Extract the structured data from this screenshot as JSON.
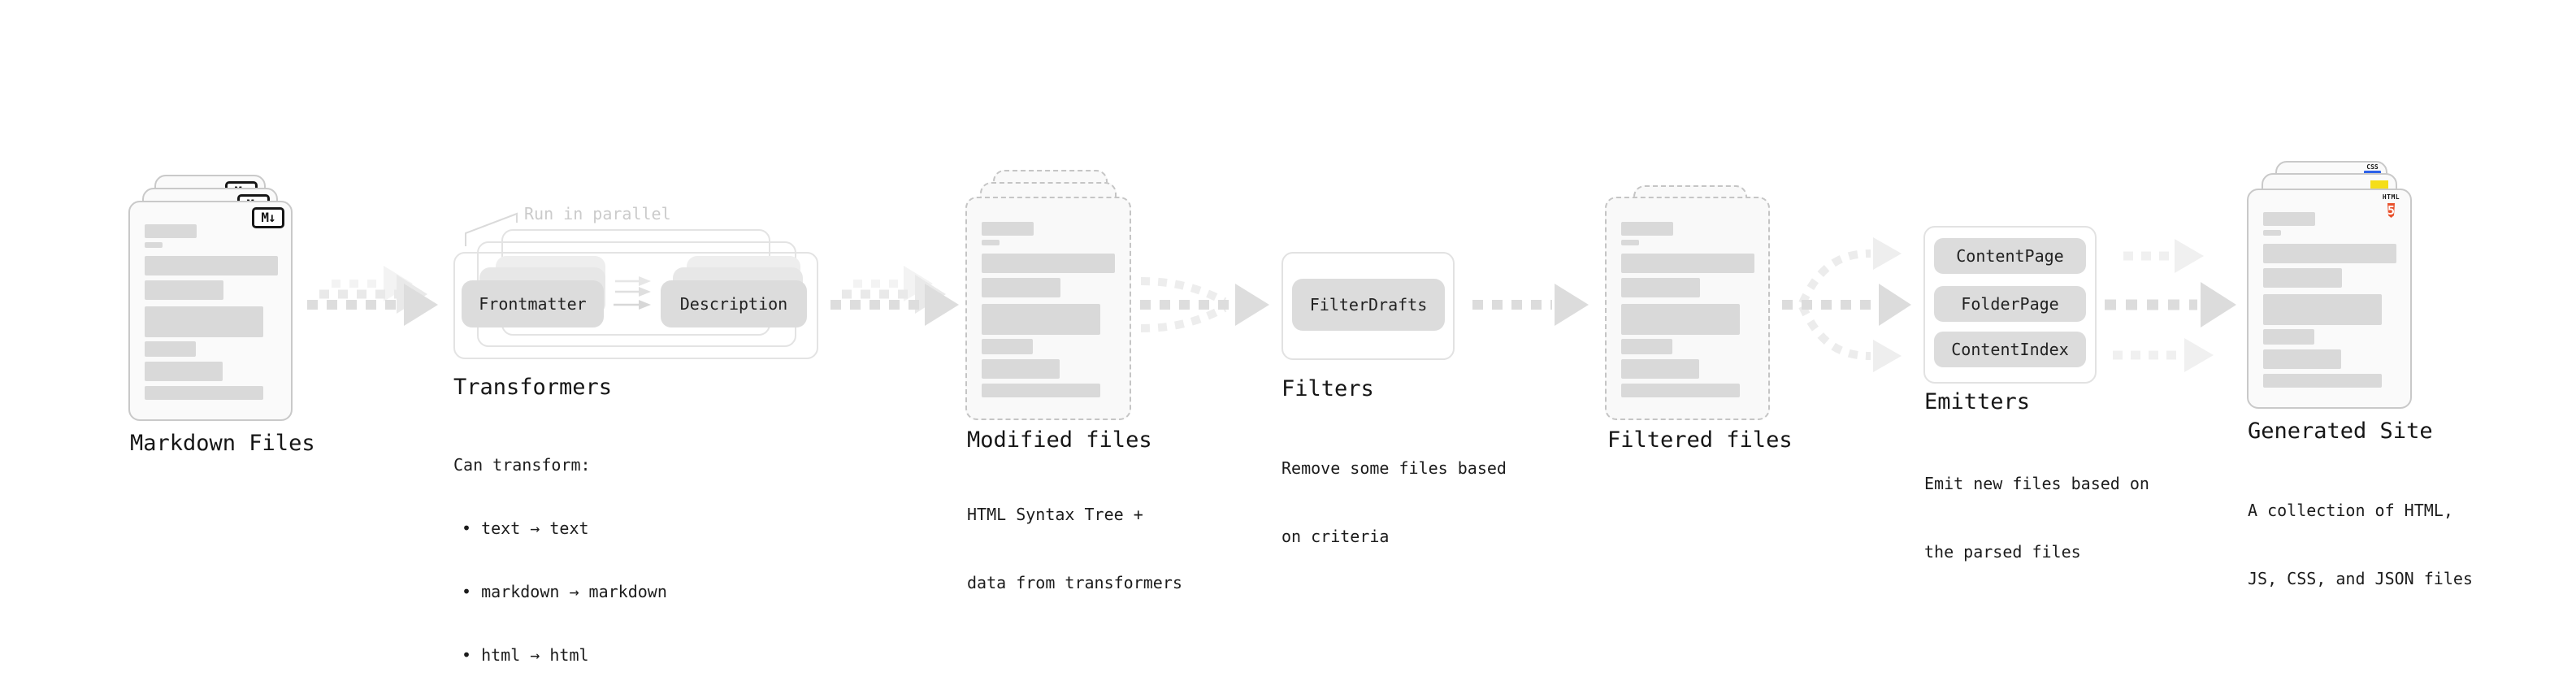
{
  "sections": {
    "markdown": {
      "title": "Markdown Files",
      "badge": "M↓"
    },
    "transformers": {
      "title": "Transformers",
      "annotation": "Run in parallel",
      "pill_left": "Frontmatter",
      "pill_right": "Description",
      "desc_heading": "Can transform:",
      "bullets": [
        "• text → text",
        "• markdown → markdown",
        "• html → html"
      ]
    },
    "modified": {
      "title": "Modified files",
      "desc_line1": "HTML Syntax Tree +",
      "desc_line2": "data from transformers"
    },
    "filters": {
      "title": "Filters",
      "pill": "FilterDrafts",
      "desc_line1": "Remove some files based",
      "desc_line2": "on criteria"
    },
    "filtered": {
      "title": "Filtered files"
    },
    "emitters": {
      "title": "Emitters",
      "pills": [
        "ContentPage",
        "FolderPage",
        "ContentIndex"
      ],
      "desc_line1": "Emit new files based on",
      "desc_line2": "the parsed files"
    },
    "generated": {
      "title": "Generated Site",
      "desc_line1": "A collection of HTML,",
      "desc_line2": "JS, CSS, and JSON files",
      "badge_css": "CSS",
      "badge_html": "HTML",
      "badge_html_number": "5"
    }
  },
  "colors": {
    "skeleton_bar": "#d9d9d9",
    "pill_bg": "#dcdcdc",
    "arrow_dark": "#dddddd",
    "arrow_light": "#eeeeee",
    "html5_orange": "#e8512c",
    "js_yellow": "#f5de19",
    "css_blue": "#2d61e9"
  }
}
